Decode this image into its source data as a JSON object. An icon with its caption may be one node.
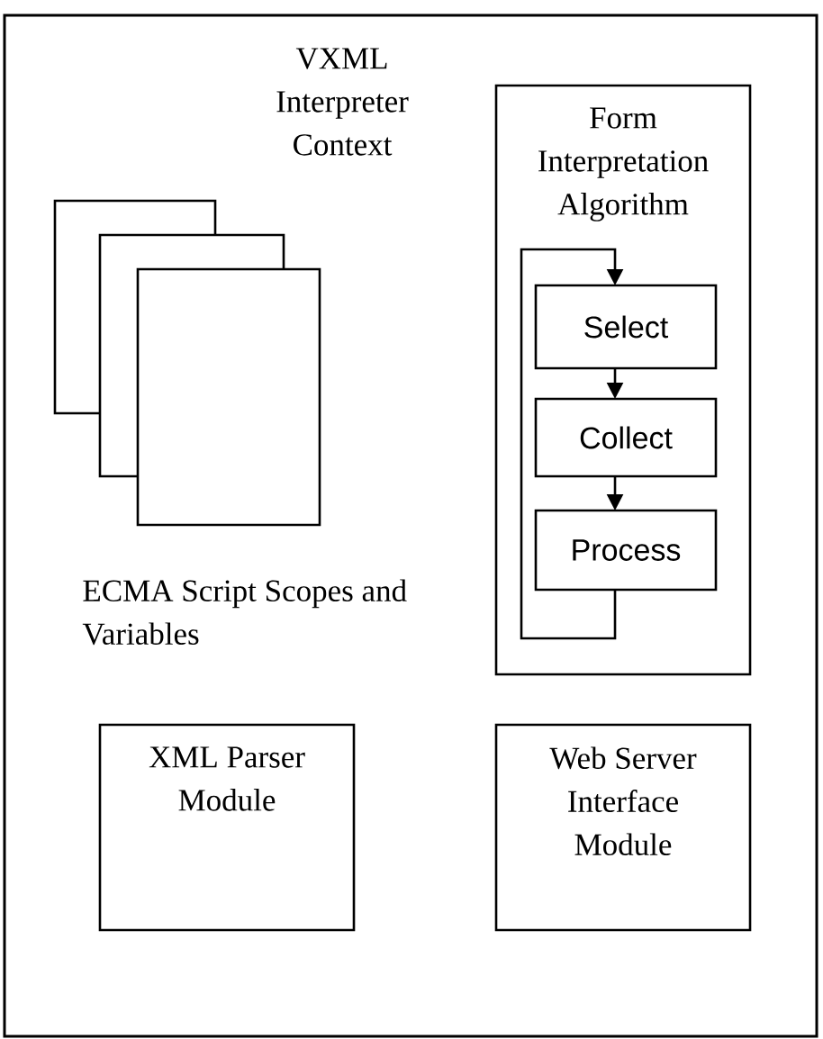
{
  "diagram": {
    "nodes": [
      {
        "text": [
          "VXML Interpreter Context"
        ]
      },
      {
        "text": [],
        "shape": "box",
        "beside": [
          "ECMA Script Scopes and Variables"
        ],
        "in": 0
      },
      {
        "text": [
          "Form Interpretation Algorithm"
        ],
        "in": 0
      },
      {
        "text": [
          "Select"
        ],
        "in": 2
      },
      {
        "text": [
          "Collect"
        ],
        "in": 2
      },
      {
        "text": [
          "Process"
        ],
        "in": 2
      },
      {
        "text": [
          "XML Parser Module"
        ],
        "in": 0
      },
      {
        "text": [
          "Web Server Interface Module"
        ],
        "in": 0
      }
    ],
    "edges": [
      {
        "from": 3,
        "to": 4,
        "arrow": "to"
      },
      {
        "from": 4,
        "to": 5,
        "arrow": "to"
      },
      {
        "from": 5,
        "to": 3,
        "arrow": "to"
      }
    ]
  }
}
